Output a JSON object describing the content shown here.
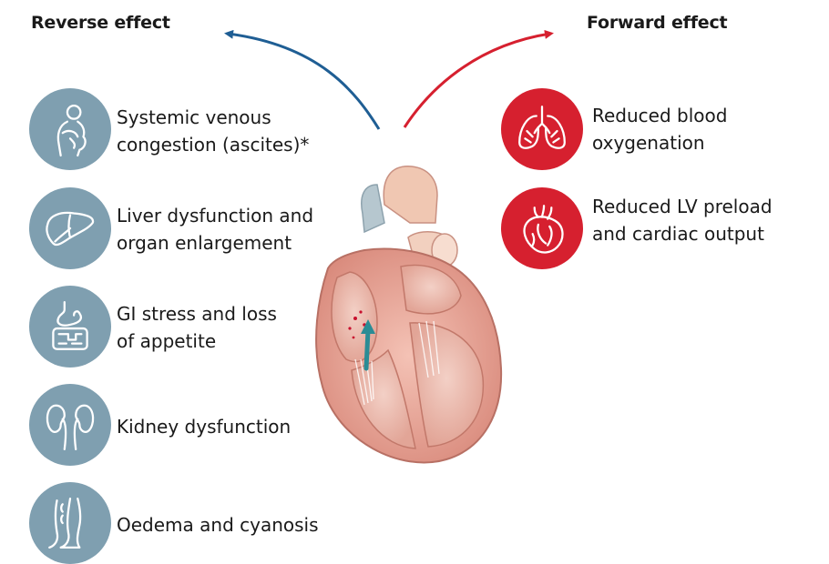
{
  "reverse": {
    "heading": "Reverse effect",
    "color": "#7f9fb0",
    "arrow_color": "#1f5e94",
    "items": [
      {
        "line1": "Systemic venous",
        "line2": "congestion (ascites)*",
        "icon": "person-abdomen-icon"
      },
      {
        "line1": "Liver dysfunction and",
        "line2": "organ enlargement",
        "icon": "liver-icon"
      },
      {
        "line1": "GI stress and loss",
        "line2": "of appetite",
        "icon": "intestines-icon"
      },
      {
        "line1": "Kidney dysfunction",
        "line2": "",
        "icon": "kidneys-icon"
      },
      {
        "line1": "Oedema and cyanosis",
        "line2": "",
        "icon": "legs-icon"
      }
    ]
  },
  "forward": {
    "heading": "Forward effect",
    "color": "#d6202f",
    "arrow_color": "#d6202f",
    "items": [
      {
        "line1": "Reduced blood",
        "line2": "oxygenation",
        "icon": "lungs-icon"
      },
      {
        "line1": "Reduced LV preload",
        "line2": "and cardiac output",
        "icon": "heart-icon"
      }
    ]
  }
}
